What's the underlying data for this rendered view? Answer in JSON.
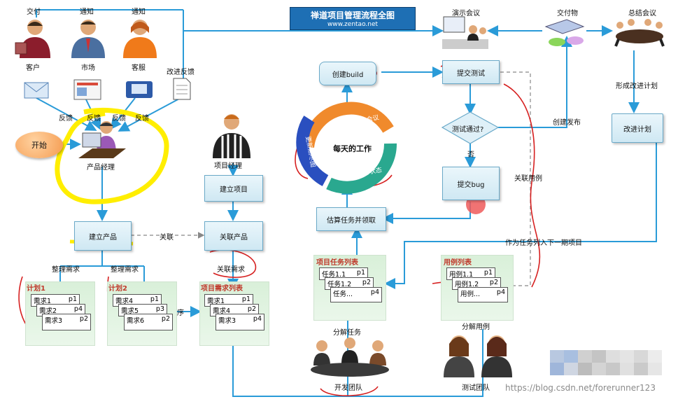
{
  "title": "禅道项目管理流程全图",
  "url": "www.zentao.net",
  "top_roles": {
    "customer": {
      "label": "客户",
      "action": "交付"
    },
    "market": {
      "label": "市场",
      "action": "通知"
    },
    "service": {
      "label": "客服",
      "action": "通知"
    },
    "improve": "改进反馈"
  },
  "feedback_labels": [
    "反馈",
    "反馈",
    "反馈",
    "反馈"
  ],
  "start": "开始",
  "product_manager": "产品经理",
  "project_manager": "项目经理",
  "create_product": "建立产品",
  "relate": "关联",
  "relate_product": "关联产品",
  "create_project": "建立项目",
  "organize_req_1": "整理需求",
  "organize_req_2": "整理需求",
  "relate_req": "关联需求",
  "sort": "排序",
  "plan1": {
    "title": "计划1",
    "rows": [
      [
        "需求1",
        "p1"
      ],
      [
        "需求2",
        "p4"
      ],
      [
        "需求3",
        "p2"
      ]
    ]
  },
  "plan2": {
    "title": "计划2",
    "rows": [
      [
        "需求4",
        "p1"
      ],
      [
        "需求5",
        "p3"
      ],
      [
        "需求6",
        "p2"
      ]
    ]
  },
  "project_req": {
    "title": "项目需求列表",
    "rows": [
      [
        "需求1",
        "p1"
      ],
      [
        "需求4",
        "p2"
      ],
      [
        "需求3",
        "p4"
      ]
    ]
  },
  "task_list": {
    "title": "项目任务列表",
    "rows": [
      [
        "任务1.1",
        "p1"
      ],
      [
        "任务1.2",
        "p2"
      ],
      [
        "任务...",
        "p4"
      ]
    ]
  },
  "case_list": {
    "title": "用例列表",
    "rows": [
      [
        "用例1.1",
        "p1"
      ],
      [
        "用例1.2",
        "p2"
      ],
      [
        "用例...",
        "p4"
      ]
    ]
  },
  "split_task": "分解任务",
  "split_case": "分解用例",
  "dev_team": "开发团队",
  "test_team": "测试团队",
  "estimate": "估算任务并领取",
  "cycle": {
    "center": "每天的工作",
    "s1": "参加站立会议",
    "s2": "更新任务状态",
    "s3": "更新燃尽图"
  },
  "create_build": "创建build",
  "submit_test": "提交测试",
  "test_pass": "测试通过?",
  "no": "否",
  "submit_bug": "提交bug",
  "relate_case": "关联用例",
  "create_release": "创建发布",
  "demo_meeting": "演示会议",
  "deliverable": "交付物",
  "summary_meeting": "总结会议",
  "improve_plan_form": "形成改进计划",
  "improve_plan": "改进计划",
  "next_period": "作为任务列入下一期项目",
  "watermark": "https://blog.csdn.net/forerunner123",
  "colors": {
    "arrow": "#2a9bd8",
    "title_bg": "#1e6fb4",
    "red_mark": "#d62020",
    "yellow_mark": "#ffee00"
  }
}
